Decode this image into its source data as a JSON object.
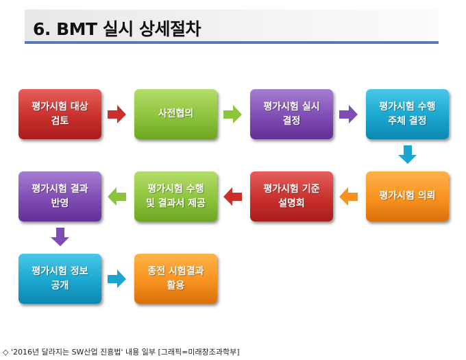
{
  "title": "6. BMT 실시 상세절차",
  "steps": [
    {
      "label": "평가시험 대상\n검토",
      "color": "#c9302c"
    },
    {
      "label": "사전협의",
      "color": "#8cc43c"
    },
    {
      "label": "평가시험 실시\n결정",
      "color": "#7f4cb3"
    },
    {
      "label": "평가시험 수행\n주체 결정",
      "color": "#1aa6cf"
    },
    {
      "label": "평가시험 의뢰",
      "color": "#f7921e"
    },
    {
      "label": "평가시험 기준\n설명회",
      "color": "#c9302c"
    },
    {
      "label": "평가시험 수행\n및 결과서 제공",
      "color": "#8cc43c"
    },
    {
      "label": "평가시험 결과\n반영",
      "color": "#7f4cb3"
    },
    {
      "label": "평가시험 정보\n공개",
      "color": "#1aa6cf"
    },
    {
      "label": "종전 시험결과\n활용",
      "color": "#f7921e"
    }
  ],
  "caption": "◇ '2016년 달라지는 SW산업 진흥법' 내용 일부 [그래픽=미래창조과학부]"
}
